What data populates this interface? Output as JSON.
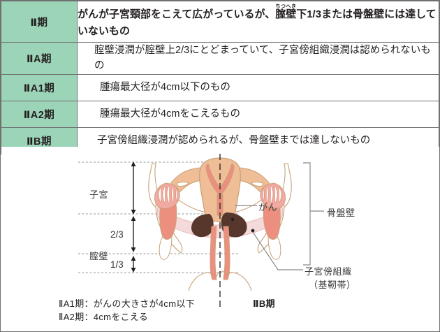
{
  "table": {
    "rows": [
      {
        "stage": "Ⅱ期",
        "desc_pre": "がんが子宮頸部をこえて広がっているが、",
        "desc_ruby_base": "腟壁",
        "desc_ruby_text": "ちつへき",
        "desc_post": "下1/3または骨盤壁には達していないもの",
        "bold": true
      },
      {
        "stage": "ⅡA期",
        "desc": "腟壁浸潤が腟壁上2/3にとどまっていて、子宮傍組織浸潤は認められないもの",
        "bold": false
      },
      {
        "stage": "ⅡA1期",
        "desc": "腫瘍最大径が4cm以下のもの",
        "bold": false
      },
      {
        "stage": "ⅡA2期",
        "desc": "腫瘍最大径が4cmをこえるもの",
        "bold": false
      },
      {
        "stage": "ⅡB期",
        "desc": "子宮傍組織浸潤が認められるが、骨盤壁までは達しないもの",
        "bold": false
      }
    ]
  },
  "figure": {
    "label_uterus": "子宮",
    "label_vaginal_wall": "腟壁",
    "frac_two_thirds": "2/3",
    "frac_one_third": "1/3",
    "label_cancer": "がん",
    "label_pelvic_wall": "骨盤壁",
    "label_parametrium_line1": "子宮傍組織",
    "label_parametrium_line2": "（基靭帯）",
    "caption_a1": "ⅡA1期：がんの大きさが4cm以下",
    "caption_a2": "ⅡA2期：4cmをこえる",
    "caption_b": "ⅡB期"
  },
  "colors": {
    "stage_header_green": "#9CD4B8",
    "uterus_tan": "#EFBE96",
    "tumor_brown": "#57372B",
    "parametrium_pink": "#F5DADA",
    "vagina_salmon": "#E8897D",
    "outline_tan": "#C8A077",
    "border_gray": "#6F6F6F"
  }
}
